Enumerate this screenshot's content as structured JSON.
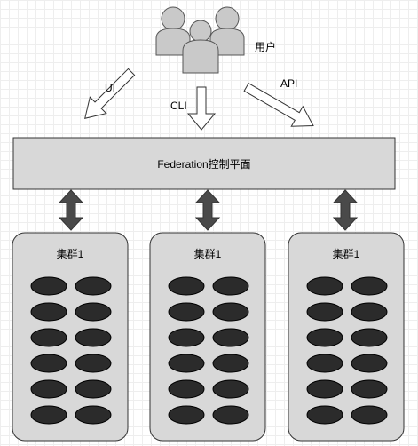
{
  "users": {
    "label": "用户",
    "icon": "users-group-icon"
  },
  "access": {
    "ui_label": "UI",
    "cli_label": "CLI",
    "api_label": "API"
  },
  "control_plane": {
    "label": "Federation控制平面",
    "fill": "#d8d8d8"
  },
  "clusters": [
    {
      "label": "集群1",
      "node_rows": 6,
      "node_cols": 2
    },
    {
      "label": "集群1",
      "node_rows": 6,
      "node_cols": 2
    },
    {
      "label": "集群1",
      "node_rows": 6,
      "node_cols": 2
    }
  ],
  "colors": {
    "box_fill": "#d8d8d8",
    "node_fill": "#2b2b2b",
    "arrow_fill": "#4a4a4a",
    "person_fill": "#c9c9c9"
  }
}
